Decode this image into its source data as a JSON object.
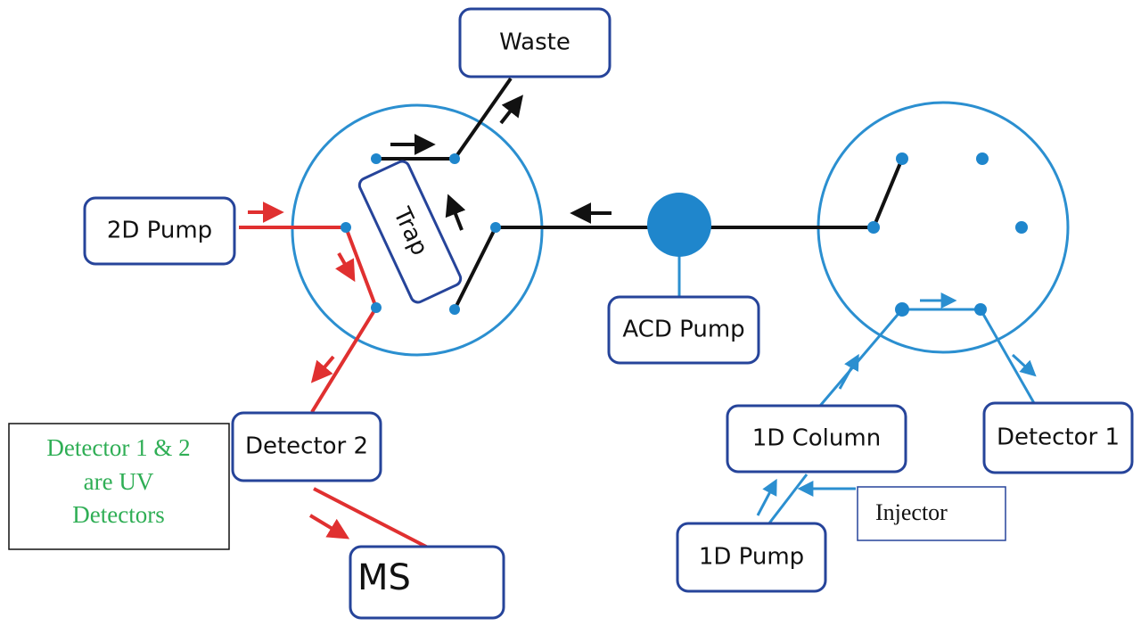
{
  "labels": {
    "waste": "Waste",
    "pump_2d": "2D Pump",
    "trap": "Trap",
    "acd_pump": "ACD Pump",
    "detector_2": "Detector 2",
    "ms": "MS",
    "column_1d": "1D Column",
    "detector_1": "Detector 1",
    "pump_1d": "1D Pump",
    "injector": "Injector"
  },
  "note": {
    "lines": [
      "Detector 1 & 2",
      "are UV",
      "Detectors"
    ]
  },
  "colors": {
    "box_border": "#26449a",
    "valve_circle": "#2b8fd0",
    "port": "#1f86cc",
    "line_black": "#111111",
    "line_red": "#e03030",
    "line_blue": "#2b8fd0",
    "note_text": "#2fae55"
  }
}
